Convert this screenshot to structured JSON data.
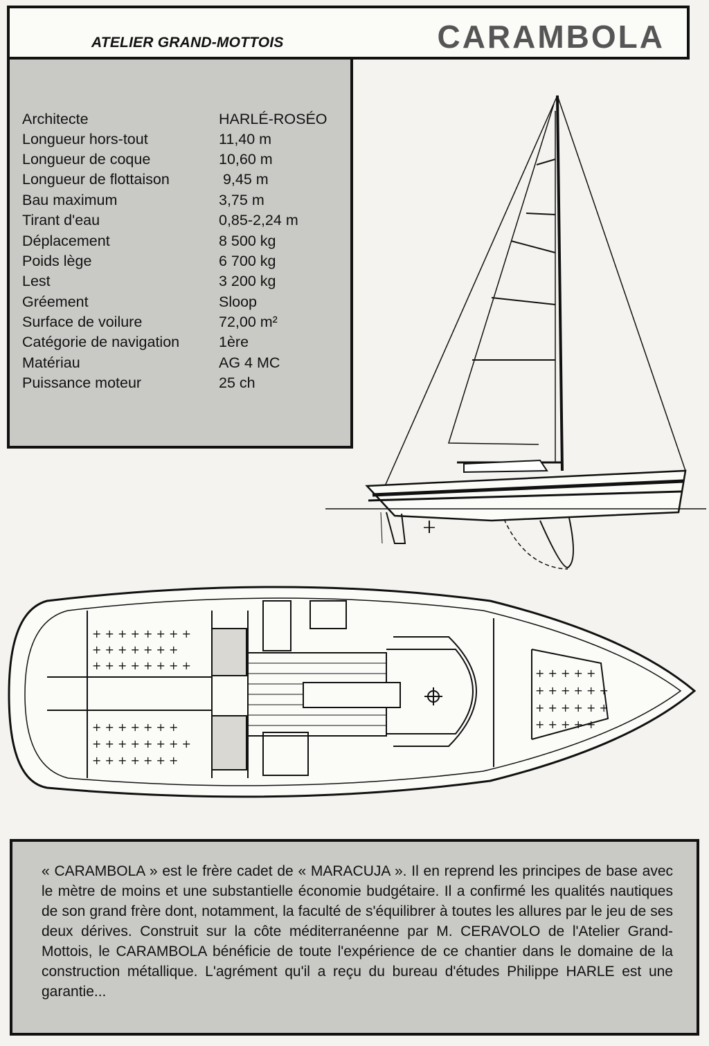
{
  "header": {
    "maker": "ATELIER GRAND-MOTTOIS",
    "model": "CARAMBOLA"
  },
  "specs": [
    {
      "label": "Architecte",
      "value": "HARLÉ-ROSÉO"
    },
    {
      "label": "Longueur hors-tout",
      "value": "11,40 m"
    },
    {
      "label": "Longueur de coque",
      "value": "10,60 m"
    },
    {
      "label": "Longueur de flottaison",
      "value": " 9,45 m"
    },
    {
      "label": "Bau maximum",
      "value": "3,75 m"
    },
    {
      "label": "Tirant d'eau",
      "value": "0,85-2,24 m"
    },
    {
      "label": "Déplacement",
      "value": "8 500 kg"
    },
    {
      "label": "Poids lège",
      "value": "6 700 kg"
    },
    {
      "label": "Lest",
      "value": "3 200 kg"
    },
    {
      "label": "Gréement",
      "value": "Sloop"
    },
    {
      "label": "Surface de voilure",
      "value": "72,00 m²"
    },
    {
      "label": "Catégorie de navigation",
      "value": "1ère"
    },
    {
      "label": "Matériau",
      "value": "AG 4 MC"
    },
    {
      "label": "Puissance moteur",
      "value": "25 ch"
    }
  ],
  "description": "« CARAMBOLA » est le frère cadet de « MARACUJA ». Il en reprend les principes de base avec le mètre de moins et une substantielle économie budgétaire. Il a confirmé les qualités nautiques de son grand frère dont, notamment, la faculté de s'équilibrer à toutes les allures par le jeu de ses deux dérives. Construit sur la côte méditerranéenne par M. CERAVOLO de l'Atelier Grand-Mottois, le CARAMBOLA bénéficie de toute l'expérience de ce chantier dans le domaine de la construction métallique. L'agrément qu'il a reçu du bureau d'études Philippe HARLE est une garantie...",
  "colors": {
    "panel_gray": "#c9c9c6",
    "ink": "#111111",
    "paper": "#f4f3ef"
  }
}
